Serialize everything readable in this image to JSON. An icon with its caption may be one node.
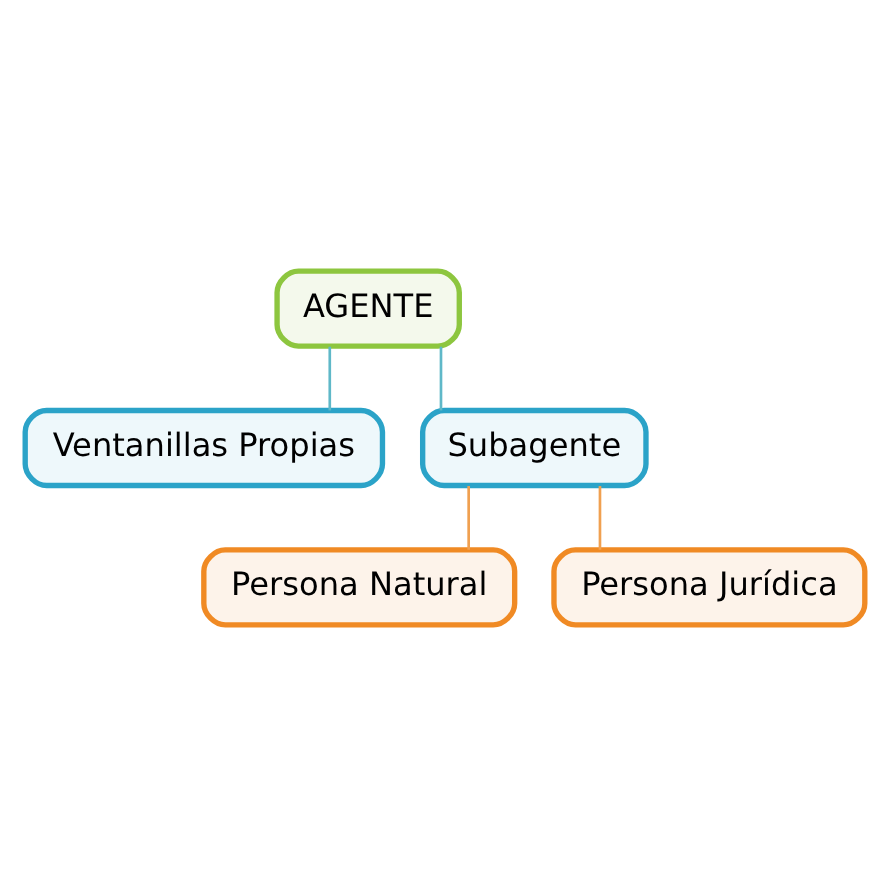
{
  "diagram": {
    "nodes": [
      {
        "text": [
          "AGENTE"
        ]
      },
      {
        "text": [
          "Ventanillas Propias"
        ]
      },
      {
        "text": [
          "Subagente"
        ]
      },
      {
        "text": [
          "Persona Natural"
        ]
      },
      {
        "text": [
          "Persona Jurídica"
        ]
      }
    ],
    "edges": [
      {
        "from": 0,
        "to": 1,
        "arrow": "none",
        "color": "#5fb8c8"
      },
      {
        "from": 0,
        "to": 2,
        "arrow": "none",
        "color": "#5fb8c8"
      },
      {
        "from": 2,
        "to": 3,
        "arrow": "none",
        "color": "#f0a050"
      },
      {
        "from": 2,
        "to": 4,
        "arrow": "none",
        "color": "#f0a050"
      }
    ]
  }
}
